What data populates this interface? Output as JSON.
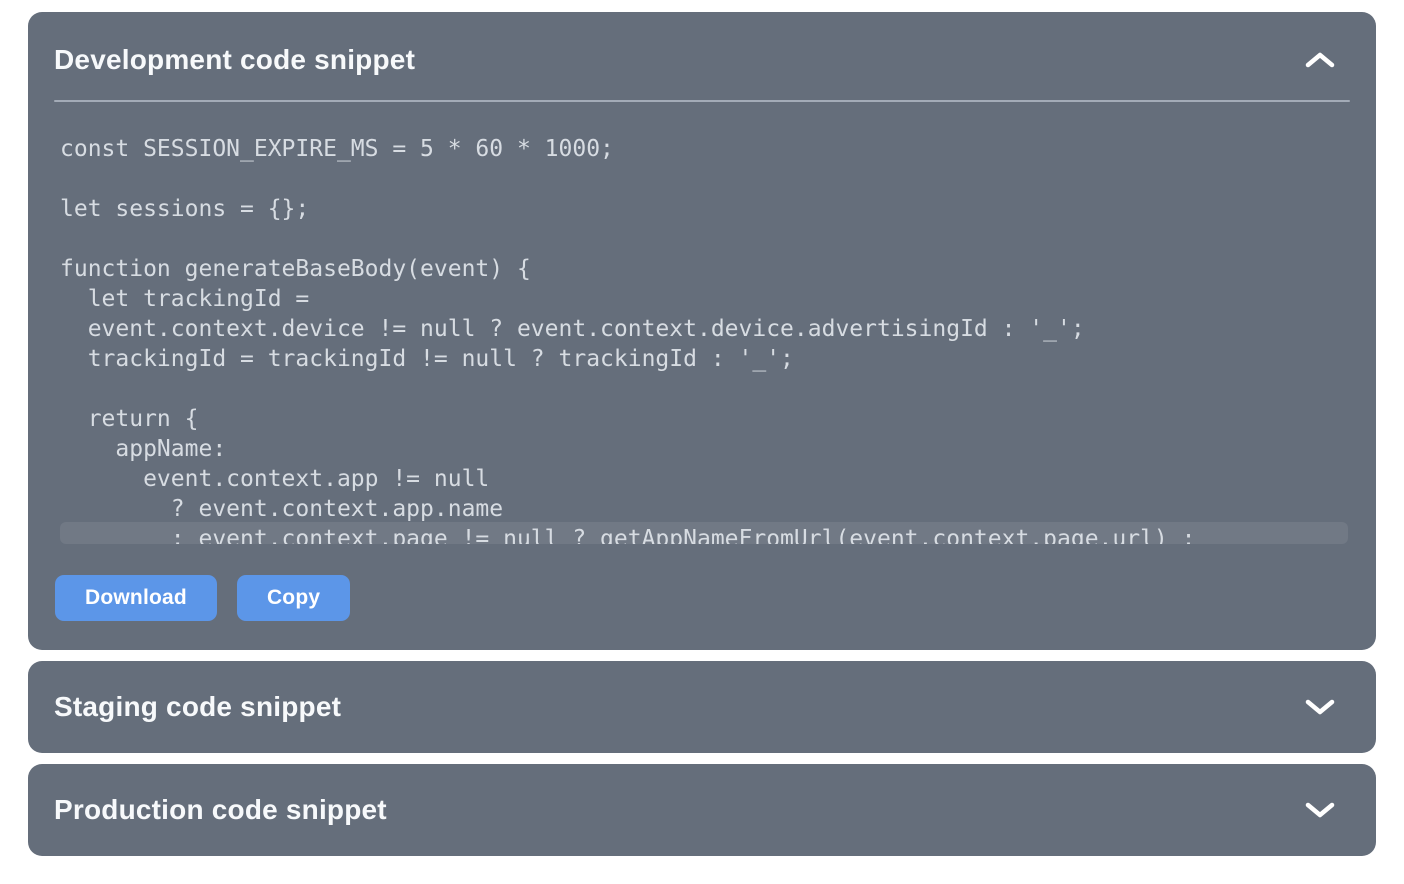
{
  "colors": {
    "panel_bg": "#656E7B",
    "page_bg": "#FFFFFF",
    "accent_blue": "#5C96E8",
    "code_text": "#D7DCE2",
    "header_text": "#F7F9FB",
    "divider": "#AEB6C2"
  },
  "accordion": {
    "development": {
      "title": "Development code snippet",
      "state": "expanded",
      "code": "const SESSION_EXPIRE_MS = 5 * 60 * 1000;\n\nlet sessions = {};\n\nfunction generateBaseBody(event) {\n  let trackingId =\n  event.context.device != null ? event.context.device.advertisingId : '_';\n  trackingId = trackingId != null ? trackingId : '_';\n\n  return {\n    appName:\n      event.context.app != null\n        ? event.context.app.name\n        : event.context.page != null ? getAppNameFromUrl(event.context.page.url) :",
      "download_label": "Download",
      "copy_label": "Copy"
    },
    "staging": {
      "title": "Staging code snippet",
      "state": "collapsed"
    },
    "production": {
      "title": "Production code snippet",
      "state": "collapsed"
    }
  }
}
